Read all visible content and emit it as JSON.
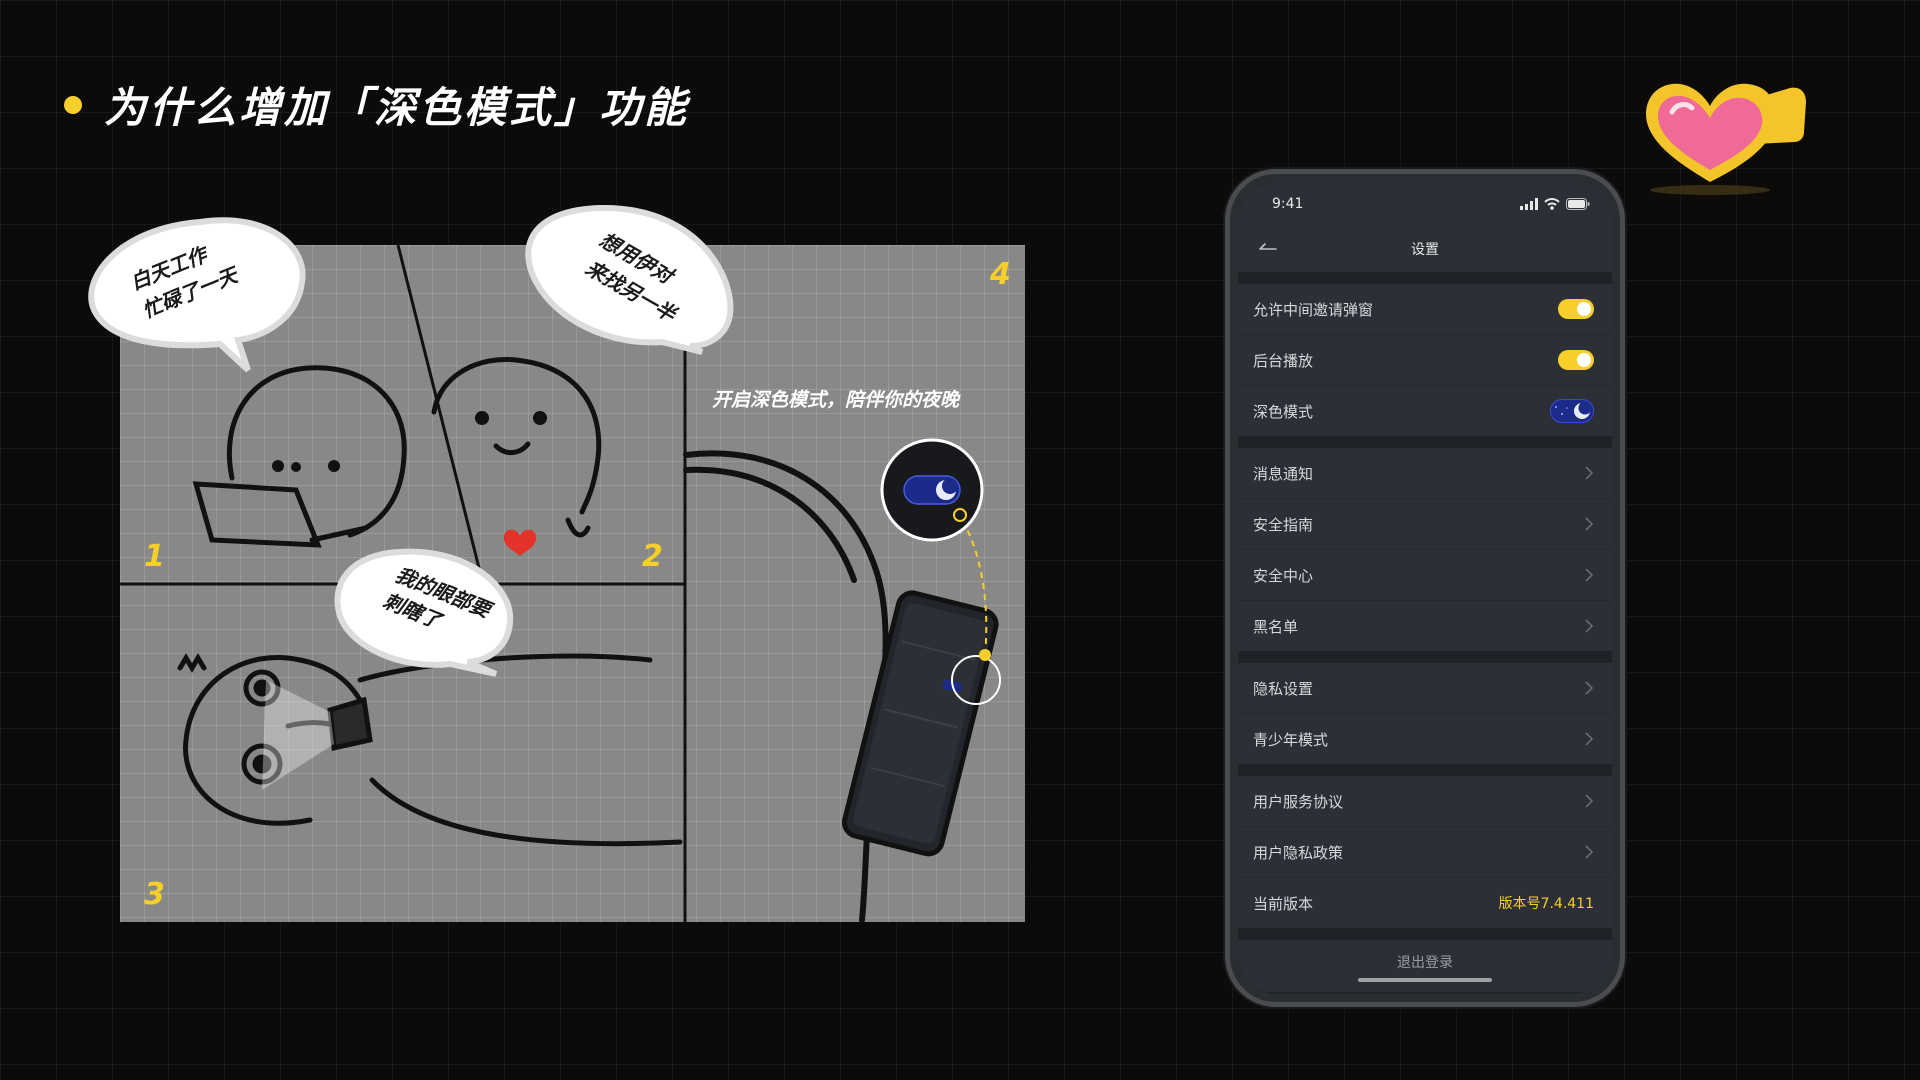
{
  "page": {
    "title": "为什么增加「深色模式」功能",
    "accent_color": "#f6cf2b"
  },
  "comic": {
    "bubbles": [
      {
        "line1": "白天工作",
        "line2": "忙碌了一天"
      },
      {
        "line1": "想用伊对",
        "line2": "来找另一半"
      },
      {
        "line1": "我的眼部要",
        "line2": "刺瞎了"
      }
    ],
    "panel_numbers": [
      "1",
      "2",
      "3",
      "4"
    ],
    "caption": "开启深色模式，陪伴你的夜晚"
  },
  "phone": {
    "status_time": "9:41",
    "nav_title": "设置",
    "toggles": [
      {
        "label": "允许中间邀请弹窗",
        "state": "on"
      },
      {
        "label": "后台播放",
        "state": "on"
      },
      {
        "label": "深色模式",
        "state": "dark-mode-on"
      }
    ],
    "group2": [
      "消息通知",
      "安全指南",
      "安全中心",
      "黑名单"
    ],
    "group3": [
      "隐私设置",
      "青少年模式"
    ],
    "group4": {
      "items": [
        "用户服务协议",
        "用户隐私政策"
      ],
      "version_label": "当前版本",
      "version_value": "版本号7.4.411"
    },
    "logout_label": "退出登录"
  }
}
